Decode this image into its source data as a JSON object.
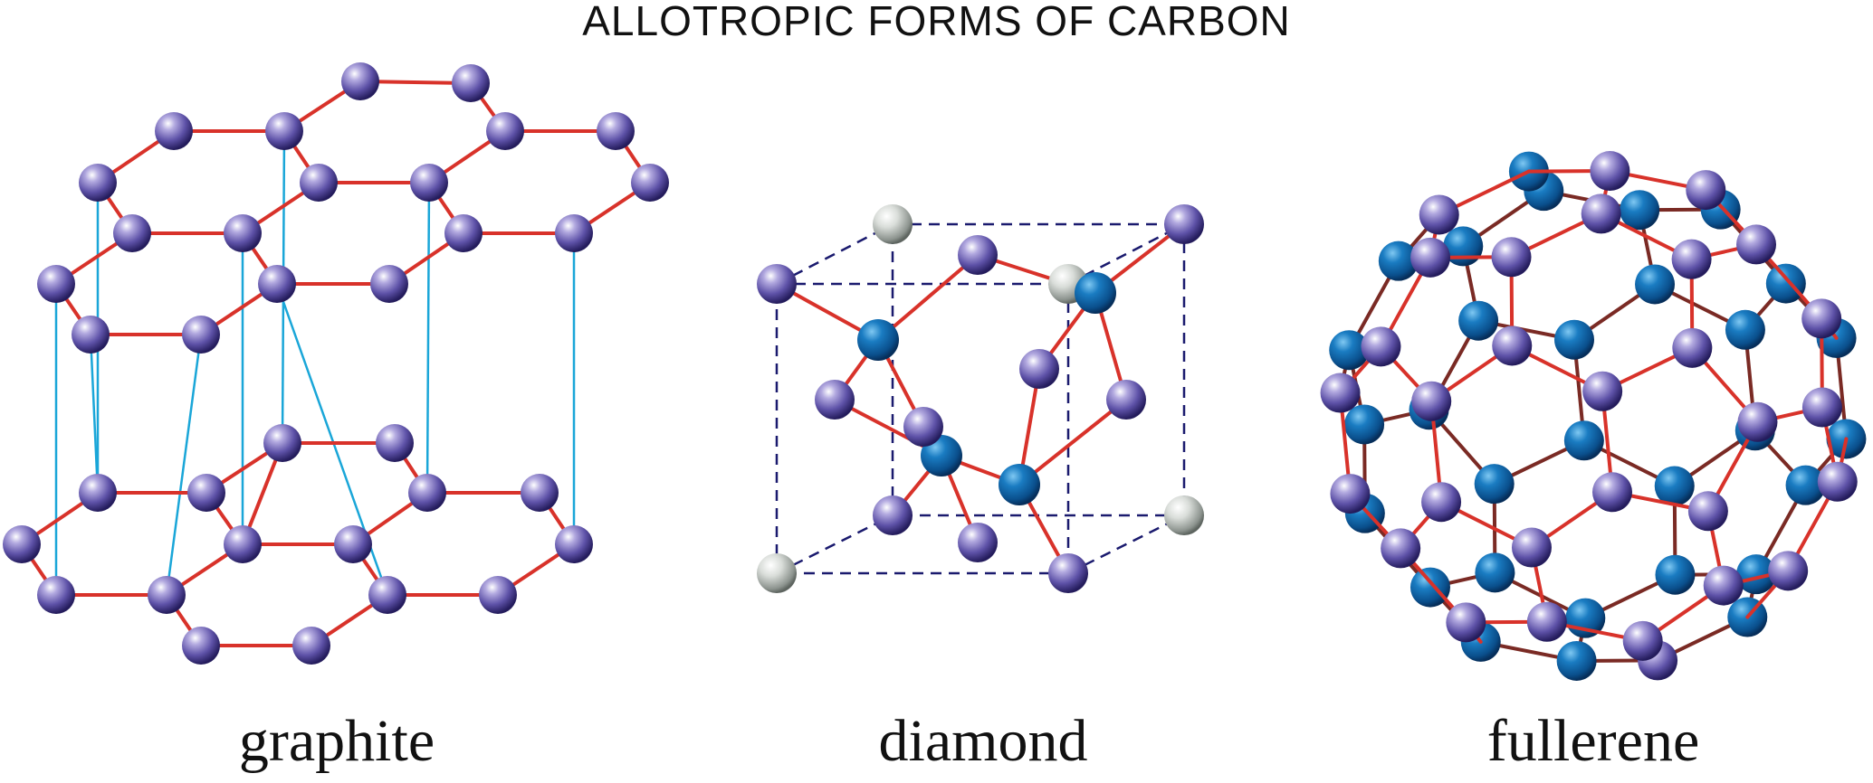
{
  "title": "ALLOTROPIC FORMS OF CARBON",
  "structures": [
    {
      "label": "graphite",
      "atom_color": "#7b6fc0",
      "bond_color": "#d8322a",
      "interlayer_color": "#1aa6d8"
    },
    {
      "label": "diamond",
      "atom_color": "#7b6fc0",
      "inner_atom_color": "#0d6aa8",
      "corner_atom_color": "#d8dcd8",
      "bond_color": "#d8322a",
      "cell_edge_color": "#1a1a6e"
    },
    {
      "label": "fullerene",
      "atom_color": "#7b6fc0",
      "back_atom_color": "#0d6aa8",
      "bond_color": "#d8322a"
    }
  ]
}
